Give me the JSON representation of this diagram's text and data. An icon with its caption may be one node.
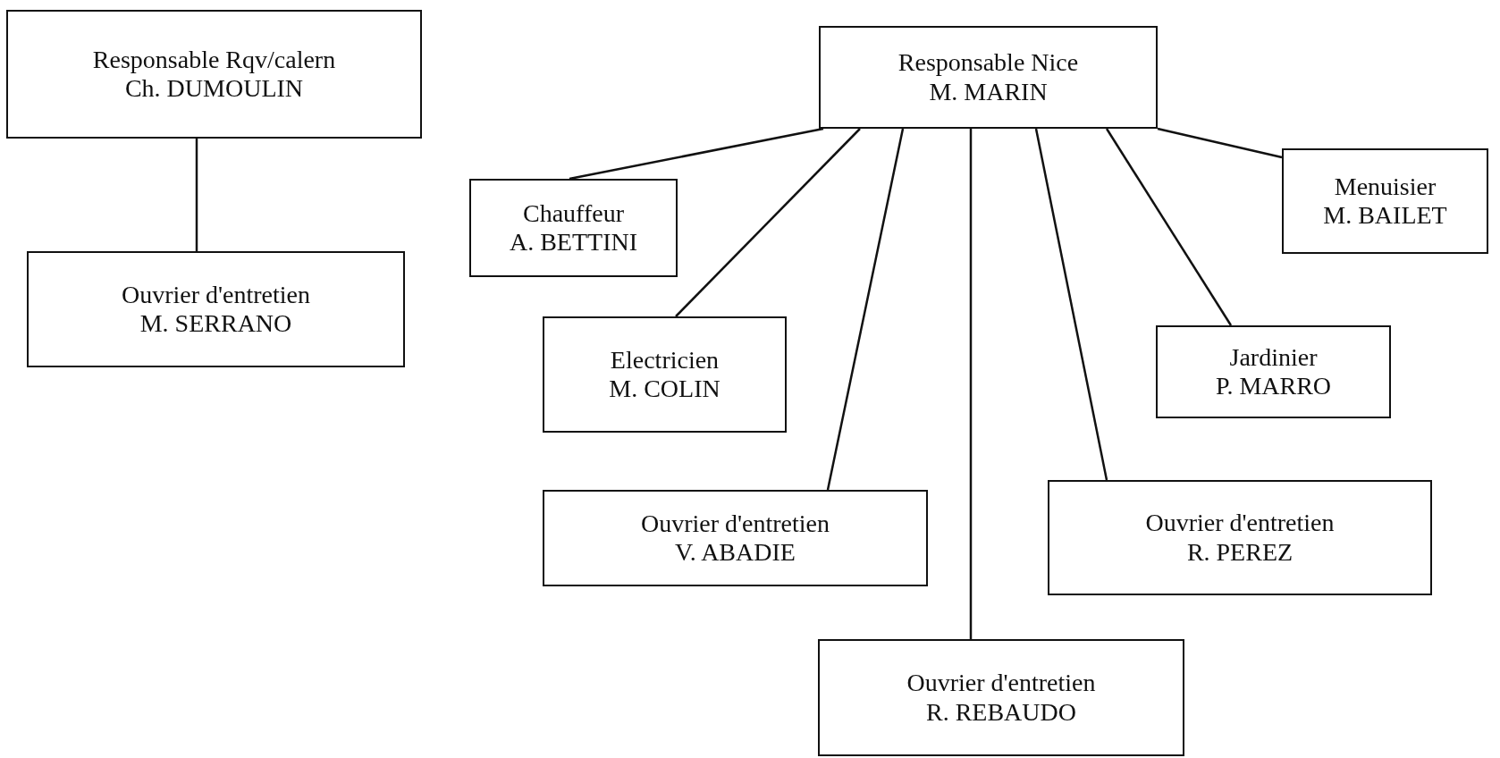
{
  "diagram": {
    "nodes": [
      {
        "text": [
          "Responsable Rqv/calern",
          "Ch. DUMOULIN"
        ]
      },
      {
        "text": [
          "Ouvrier d'entretien",
          "M. SERRANO"
        ]
      },
      {
        "text": [
          "Responsable Nice",
          "M. MARIN"
        ]
      },
      {
        "text": [
          "Chauffeur",
          "A. BETTINI"
        ]
      },
      {
        "text": [
          "Menuisier",
          "M. BAILET"
        ]
      },
      {
        "text": [
          "Electricien",
          "M. COLIN"
        ]
      },
      {
        "text": [
          "Jardinier",
          "P. MARRO"
        ]
      },
      {
        "text": [
          "Ouvrier d'entretien",
          "V. ABADIE"
        ]
      },
      {
        "text": [
          "Ouvrier d'entretien",
          "R. PEREZ"
        ]
      },
      {
        "text": [
          "Ouvrier d'entretien",
          "R. REBAUDO"
        ]
      }
    ],
    "edges": [
      {
        "from": 0,
        "to": 1,
        "arrow": "none"
      },
      {
        "from": 2,
        "to": 3,
        "arrow": "none"
      },
      {
        "from": 2,
        "to": 5,
        "arrow": "none"
      },
      {
        "from": 2,
        "to": 7,
        "arrow": "none"
      },
      {
        "from": 2,
        "to": 9,
        "arrow": "none"
      },
      {
        "from": 2,
        "to": 8,
        "arrow": "none"
      },
      {
        "from": 2,
        "to": 6,
        "arrow": "none"
      },
      {
        "from": 2,
        "to": 4,
        "arrow": "none"
      }
    ]
  }
}
